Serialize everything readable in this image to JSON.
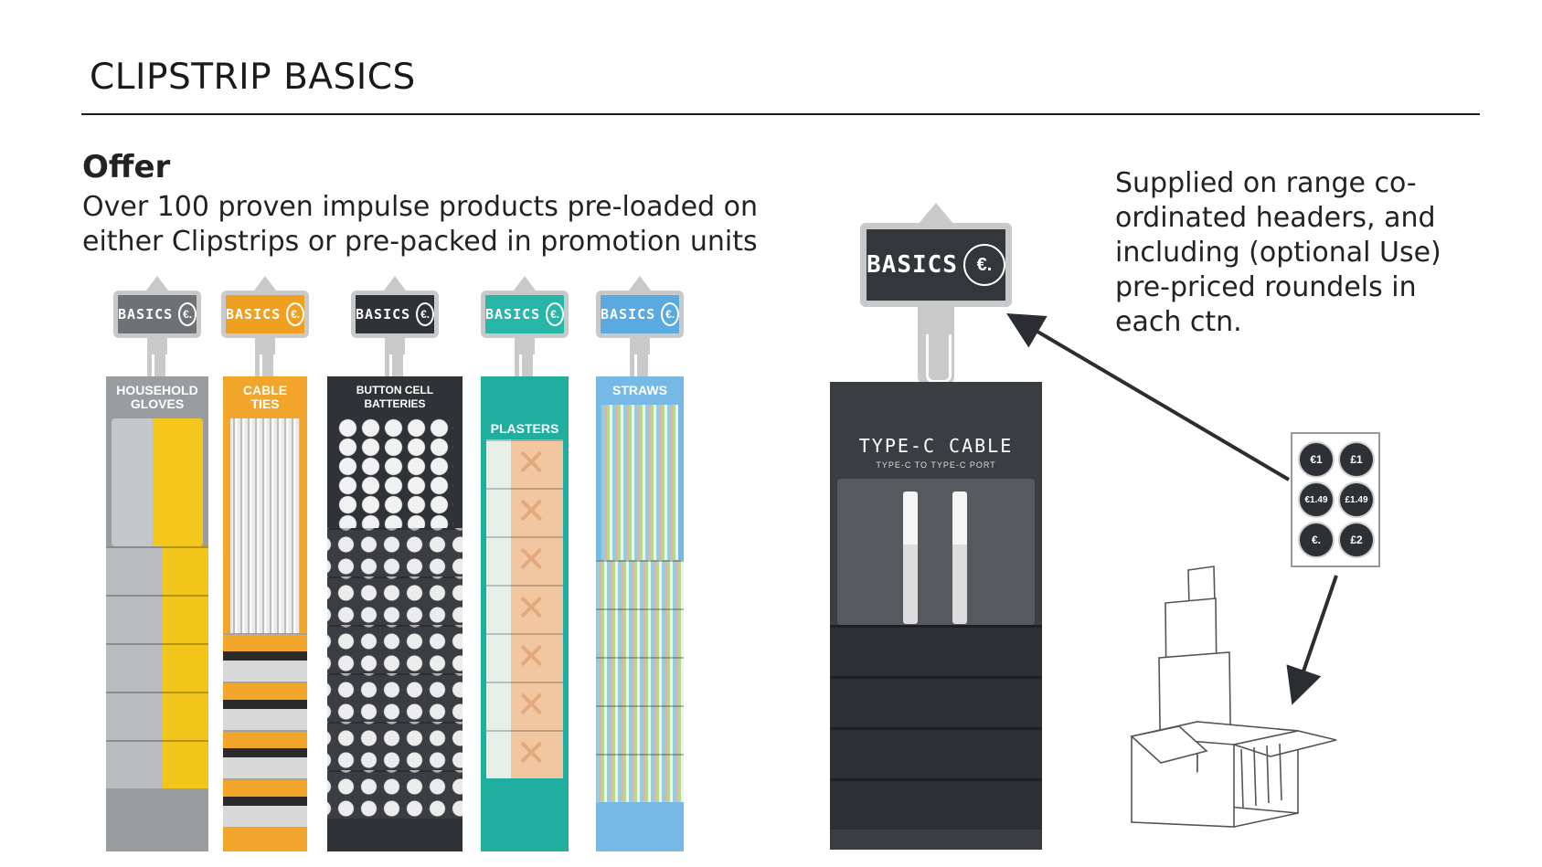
{
  "slide": {
    "title": "CLIPSTRIP BASICS",
    "offer_heading": "Offer",
    "offer_text": "Over 100 proven impulse products pre-loaded on either Clipstrips or pre-packed in promotion units",
    "supplied_text": "Supplied on range co-ordinated headers, and including (optional Use) pre-priced roundels in each ctn."
  },
  "strips": [
    {
      "header": "BASICS",
      "euro": "€.",
      "title": "HOUSEHOLD GLOVES",
      "header_color": "#6f7275"
    },
    {
      "header": "BASICS",
      "euro": "€.",
      "title": "CABLE TIES",
      "header_color": "#f0a020"
    },
    {
      "header": "BASICS",
      "euro": "€.",
      "title": "BUTTON CELL BATTERIES",
      "header_color": "#2f3338"
    },
    {
      "header": "BASICS",
      "euro": "€.",
      "title": "PLASTERS",
      "header_color": "#27b6a8"
    },
    {
      "header": "BASICS",
      "euro": "€.",
      "title": "STRAWS",
      "header_color": "#5aa9e0"
    }
  ],
  "typec": {
    "header": "BASICS",
    "euro": "€.",
    "title": "TYPE-C CABLE",
    "subtitle": "TYPE-C TO TYPE-C PORT"
  },
  "roundels": [
    "€1",
    "£1",
    "€1.49",
    "£1.49",
    "€.",
    "£2"
  ],
  "icons": [
    "roundel-card-icon",
    "display-box-icon",
    "arrow-icon"
  ]
}
